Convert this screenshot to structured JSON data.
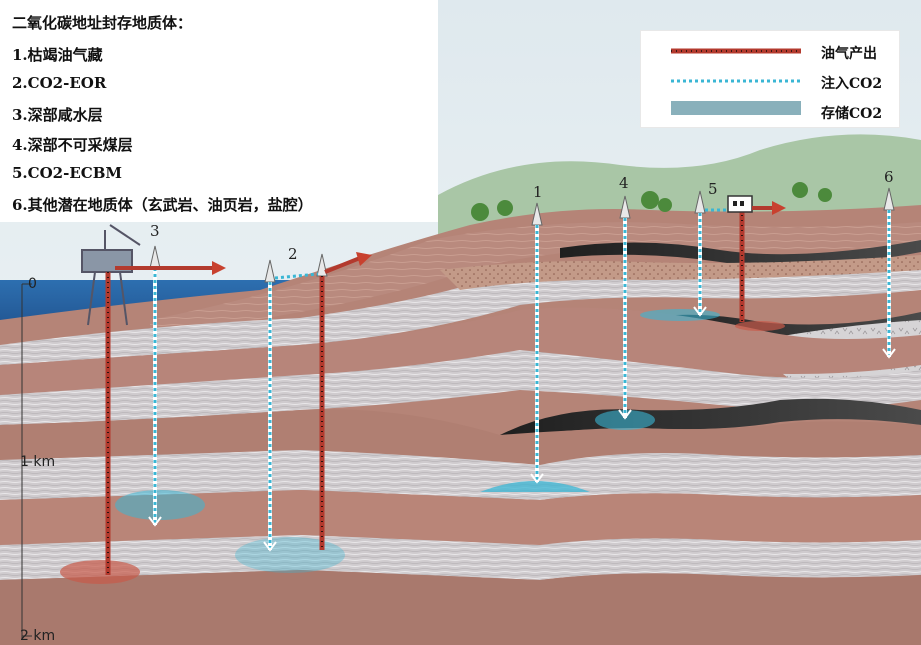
{
  "title": {
    "heading": "二氧化碳地址封存地质体：",
    "items": [
      "1.枯竭油气藏",
      "2.CO2-EOR",
      "3.深部咸水层",
      "4.深部不可采煤层",
      "5.CO2-ECBM",
      "6.其他潜在地质体（玄武岩、油页岩，盐腔）"
    ]
  },
  "legend": [
    {
      "label": "油气产出",
      "swatch": "production-line"
    },
    {
      "label": "注入CO2",
      "swatch": "injection-line"
    },
    {
      "label": "存储CO2",
      "swatch": "storage-area"
    }
  ],
  "wells": [
    "1",
    "2",
    "3",
    "4",
    "5",
    "6"
  ],
  "depth_axis": {
    "ticks": [
      "0",
      "1 km",
      "2 km"
    ]
  },
  "colors": {
    "sea": "#2e6aa8",
    "sky": "#e9f1f4",
    "hill": "#9fbfa0",
    "rock_brown": "#b7857a",
    "rock_gray": "#c9c6c9",
    "coal": "#2a2a2a",
    "co2": "#3ab6d4",
    "production": "#b33a2e"
  }
}
